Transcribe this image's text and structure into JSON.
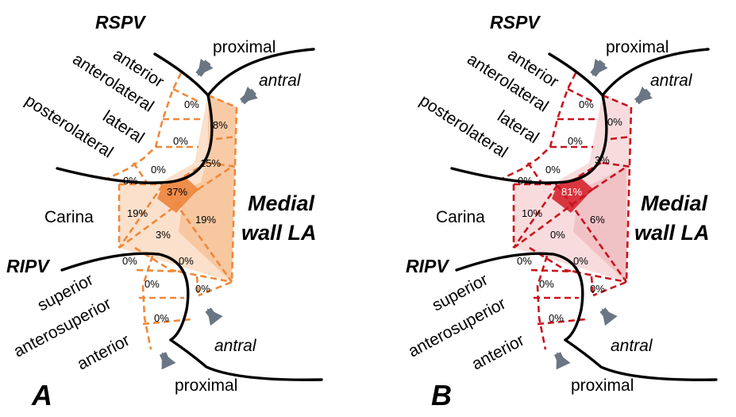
{
  "panels": [
    {
      "panel_label": "A",
      "accent": "#f0883a",
      "fill_light": "#fbe0cb",
      "fill_mid": "#f7c7a0",
      "fill_dark": "#ef8d4a",
      "upper_vein": "RSPV",
      "lower_vein": "RIPV",
      "carina": "Carina",
      "medial_wall_line1": "Medial",
      "medial_wall_line2": "wall LA",
      "upper_proximal": "proximal",
      "upper_antral": "antral",
      "lower_antral": "antral",
      "lower_proximal": "proximal",
      "upper_segments": [
        "anterior",
        "anterolateral",
        "lateral",
        "posterolateral"
      ],
      "lower_segments": [
        "superior",
        "anterosuperior",
        "anterior"
      ],
      "values": {
        "rspv_anterior": "0%",
        "rspv_anterior_antral": "8%",
        "rspv_anterolateral": "0%",
        "rspv_lateral": "0%",
        "rspv_lateral_antral": "15%",
        "rspv_posterolateral": "0%",
        "carina_center": "37%",
        "carina_left": "19%",
        "carina_right": "19%",
        "carina_low": "3%",
        "ripv_superior": "0%",
        "ripv_superior_antral": "0%",
        "ripv_anterosuperior": "0%",
        "ripv_anterosuperior_antral": "0%",
        "ripv_anterior": "0%"
      }
    },
    {
      "panel_label": "B",
      "accent": "#c8141e",
      "fill_light": "#f8dcdd",
      "fill_mid": "#f1c2c5",
      "fill_dark": "#d9353f",
      "upper_vein": "RSPV",
      "lower_vein": "RIPV",
      "carina": "Carina",
      "medial_wall_line1": "Medial",
      "medial_wall_line2": "wall LA",
      "upper_proximal": "proximal",
      "upper_antral": "antral",
      "lower_antral": "antral",
      "lower_proximal": "proximal",
      "upper_segments": [
        "anterior",
        "anterolateral",
        "lateral",
        "posterolateral"
      ],
      "lower_segments": [
        "superior",
        "anterosuperior",
        "anterior"
      ],
      "values": {
        "rspv_anterior": "0%",
        "rspv_anterior_antral": "0%",
        "rspv_anterolateral": "0%",
        "rspv_lateral": "0%",
        "rspv_lateral_antral": "3%",
        "rspv_posterolateral": "0%",
        "carina_center": "81%",
        "carina_left": "10%",
        "carina_right": "6%",
        "carina_low": "0%",
        "ripv_superior": "0%",
        "ripv_superior_antral": "0%",
        "ripv_anterosuperior": "0%",
        "ripv_anterosuperior_antral": "0%",
        "ripv_anterior": "0%"
      }
    }
  ]
}
